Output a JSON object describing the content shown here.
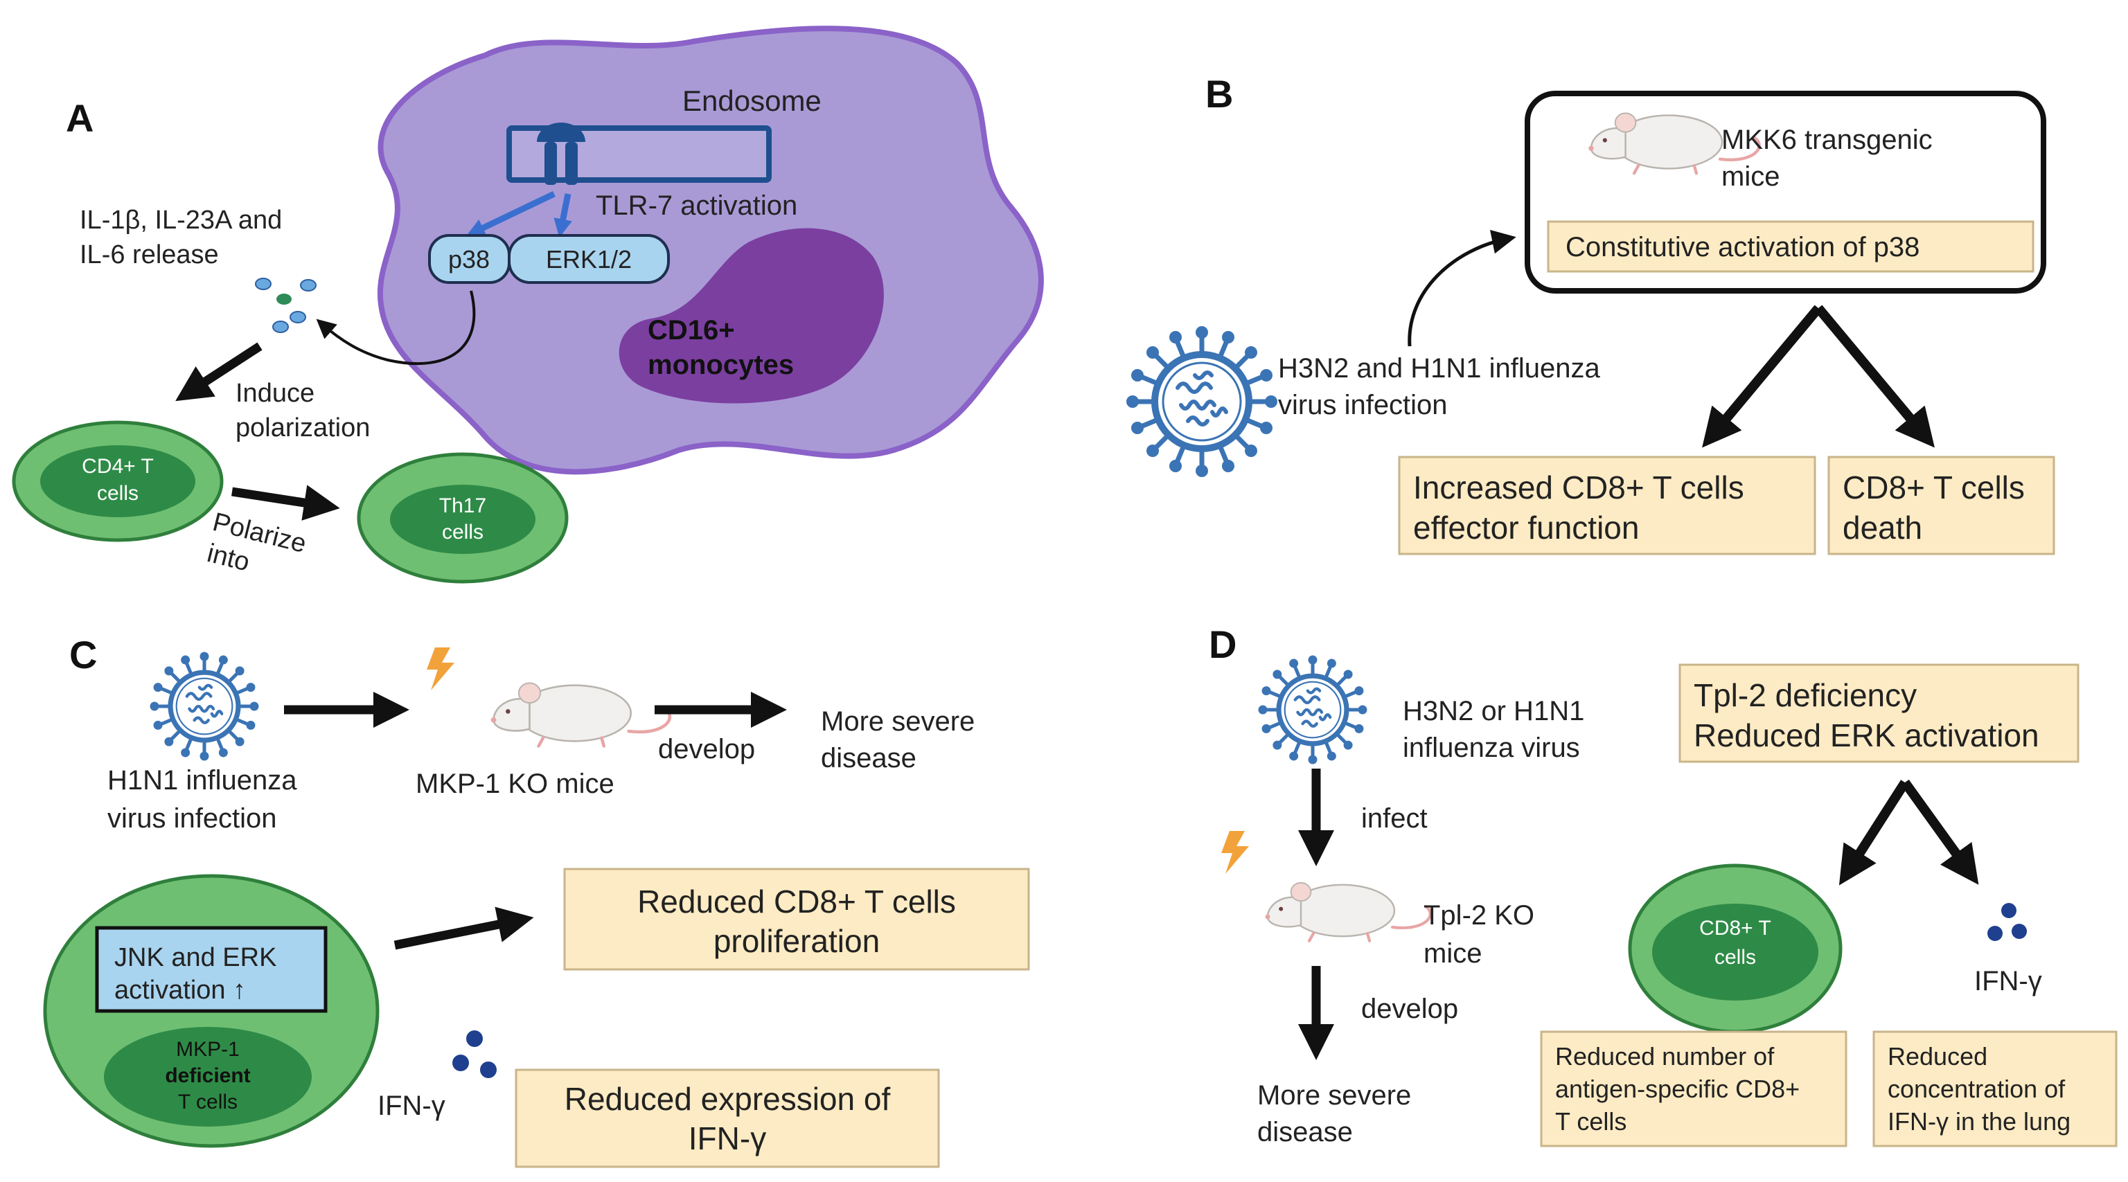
{
  "panels": {
    "a": {
      "letter": "A",
      "endosome": "Endosome",
      "tlr7": "TLR-7 activation",
      "p38": "p38",
      "erk": "ERK1/2",
      "cytokines_line1": "IL-1β, IL-23A and",
      "cytokines_line2": "IL-6 release",
      "monocyte_line1": "CD16+",
      "monocyte_line2": "monocytes",
      "induce_line1": "Induce",
      "induce_line2": "polarization",
      "cd4_line1": "CD4+ T",
      "cd4_line2": "cells",
      "polarize_line1": "Polarize",
      "polarize_line2": "into",
      "th17_line1": "Th17",
      "th17_line2": "cells"
    },
    "b": {
      "letter": "B",
      "mice_line1": "MKK6 transgenic",
      "mice_line2": "mice",
      "constitutive": "Constitutive activation of p38",
      "virus_line1": "H3N2 and H1N1 influenza",
      "virus_line2": "virus infection",
      "effector_line1": "Increased CD8+ T cells",
      "effector_line2": "effector function",
      "death_line1": "CD8+ T cells",
      "death_line2": "death"
    },
    "c": {
      "letter": "C",
      "virus_line1": "H1N1 influenza",
      "virus_line2": "virus infection",
      "mice": "MKP-1 KO mice",
      "develop": "develop",
      "severe_line1": "More severe",
      "severe_line2": "disease",
      "jnk_line1": "JNK and ERK",
      "jnk_line2": "activation ↑",
      "mkp_line1": "MKP-1",
      "mkp_line2": "deficient",
      "mkp_line3": "T cells",
      "prolif_line1": "Reduced CD8+ T cells",
      "prolif_line2": "proliferation",
      "ifn": "IFN-γ",
      "expr_line1": "Reduced expression of",
      "expr_line2": "IFN-γ"
    },
    "d": {
      "letter": "D",
      "virus_line1": "H3N2 or H1N1",
      "virus_line2": "influenza virus",
      "infect": "infect",
      "mice_line1": "Tpl-2 KO",
      "mice_line2": "mice",
      "develop": "develop",
      "severe_line1": "More severe",
      "severe_line2": "disease",
      "tpl_line1": "Tpl-2 deficiency",
      "tpl_line2": "Reduced ERK activation",
      "cd8_line1": "CD8+ T",
      "cd8_line2": "cells",
      "ifn": "IFN-γ",
      "number_line1": "Reduced number of",
      "number_line2": "antigen-specific CD8+",
      "number_line3": "T cells",
      "conc_line1": "Reduced",
      "conc_line2": "concentration of",
      "conc_line3": "IFN-γ in the lung"
    }
  },
  "colors": {
    "cell_outer": "#6fbf73",
    "cell_inner": "#2e8b47",
    "cell_stroke": "#2f7f3c",
    "box_fill": "#fcebc4",
    "monocyte_fill": "#a99ad6",
    "monocyte_stroke": "#8a62c8",
    "nucleus": "#7b3fa0",
    "kinase_fill": "#a9d4ef",
    "receptor": "#1f4f8f",
    "virus": "#3b74b5",
    "mouse_body": "#f2f0ee",
    "mouse_pink": "#e8a6a6",
    "bolt": "#f2a23a"
  }
}
